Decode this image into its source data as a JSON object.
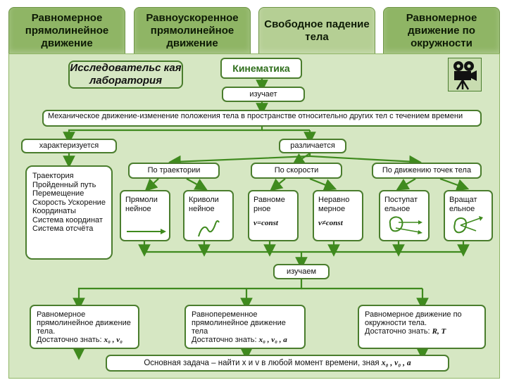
{
  "tabs": [
    {
      "label": "Равномерное прямолинейное движение"
    },
    {
      "label": "Равноускоренное прямолинейное движение"
    },
    {
      "label": "Свободное падение тела"
    },
    {
      "label": "Равномерное движение по окружности"
    }
  ],
  "lab_title": "Исследовательс кая лаборатория",
  "kinematics": "Кинематика",
  "studies": "изучает",
  "definition": "Механическое движение-изменение положения тела в пространстве относительно других тел с течением времени",
  "characterized": "характеризуется",
  "differs": "различается",
  "characteristics": "Траектория Пройденный путь Перемещение Скорость Ускорение Координаты Система координат Система отсчёта",
  "categories": {
    "by_trajectory": "По траектории",
    "by_speed": "По скорости",
    "by_points": "По движению точек тела"
  },
  "types": {
    "straight": "Прямоли нейное",
    "curved": "Криволи нейное",
    "uniform": "Равноме рное",
    "uniform_formula": "v=const",
    "nonuniform": "Неравно мерное",
    "nonuniform_formula": "v≠const",
    "translational": "Поступат ельное",
    "rotational": "Вращат ельное"
  },
  "we_study": "изучаем",
  "bottom": {
    "uniform_linear": "Равномерное прямолинейное движение тела.",
    "uniform_linear_need": "Достаточно знать:",
    "uniform_linear_vars": "x₀ , v₀",
    "variable_linear": "Равнопеременное прямолинейное движение тела",
    "variable_linear_need": "Достаточно знать:",
    "variable_linear_vars": "x₀ , v₀ , a",
    "circular": "Равномерное движение по окружности тела.",
    "circular_need": "Достаточно знать:",
    "circular_vars": "R, T"
  },
  "main_task": "Основная задача – найти x и v в любой момент времени, зная",
  "main_task_vars": "x₀ , v₀ , a",
  "colors": {
    "tab": "#8fb565",
    "panel": "#d6e7c3",
    "border": "#4a7d2d",
    "arrow": "#3f8a1e"
  }
}
